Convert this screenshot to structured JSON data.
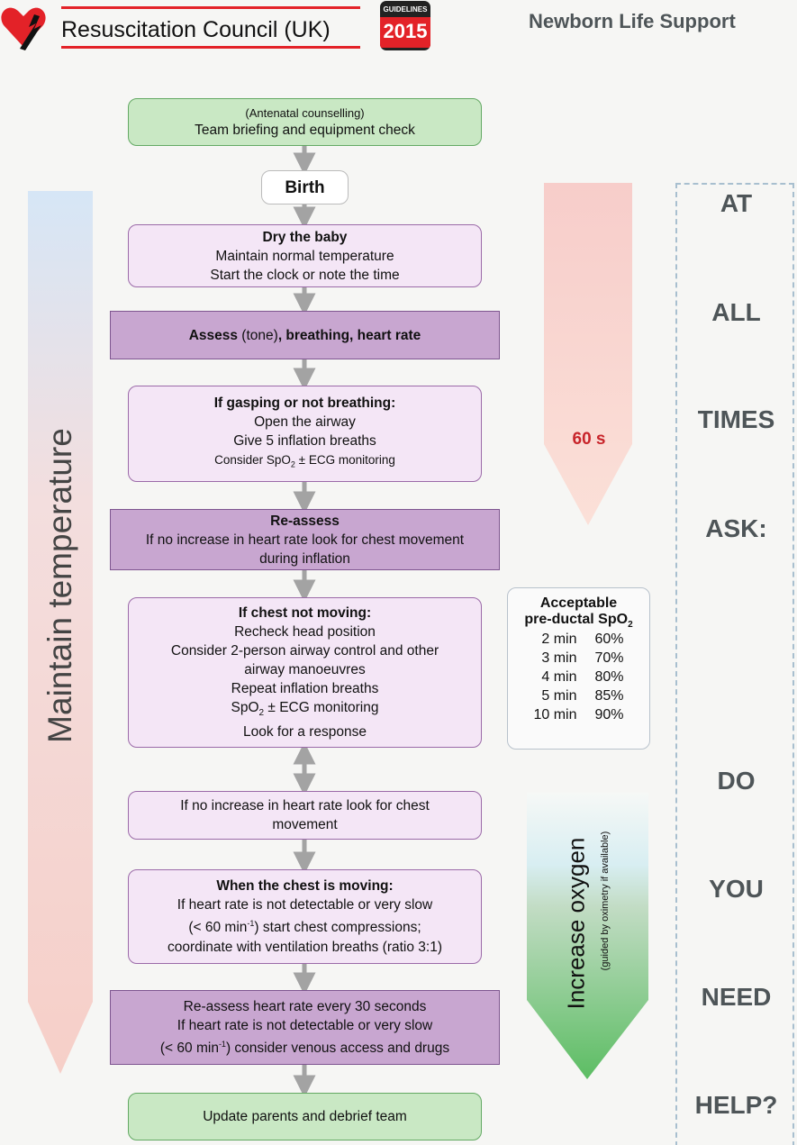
{
  "header": {
    "org": "Resuscitation Council (UK)",
    "badge_top": "GUIDELINES",
    "badge_year": "2015",
    "title": "Newborn Life Support"
  },
  "flow": {
    "briefing": {
      "line1": "(Antenatal counselling)",
      "line2": "Team briefing and equipment check"
    },
    "birth": "Birth",
    "dry": {
      "title": "Dry the baby",
      "line1": "Maintain normal temperature",
      "line2": "Start the clock or note the time"
    },
    "assess": {
      "a": "Assess",
      "b": " (tone)",
      "c": ", breathing, heart rate"
    },
    "gasping": {
      "title": "If gasping or not breathing:",
      "line1": "Open the airway",
      "line2": "Give 5 inflation breaths",
      "line3": "Consider SpO",
      "line3_sub": "2",
      "line3_end": " ± ECG monitoring"
    },
    "reassess": {
      "title": "Re-assess",
      "line1": "If no increase in heart rate look for chest movement",
      "line2": "during inflation"
    },
    "chest_not_moving": {
      "title": "If chest not moving:",
      "lines": [
        "Recheck head position",
        "Consider 2-person airway control and other",
        "airway manoeuvres",
        "Repeat inflation breaths"
      ],
      "spo": "SpO",
      "spo_sub": "2",
      "spo_end": " ± ECG monitoring",
      "last": "Look for a response"
    },
    "no_increase": {
      "line1": "If no increase in heart rate look for chest",
      "line2": "movement"
    },
    "chest_moving": {
      "title": "When the chest is moving:",
      "line1": "If heart rate is not detectable or very slow",
      "line2a": "(< 60 min",
      "line2sup": "-1",
      "line2b": ") start chest compressions;",
      "line3": "coordinate with ventilation breaths (ratio 3:1)"
    },
    "reassess_hr": {
      "line1": "Re-assess heart rate every 30 seconds",
      "line2": "If heart rate is not detectable or very slow",
      "line3a": "(< 60 min",
      "line3sup": "-1",
      "line3b": ") consider venous access and drugs"
    },
    "update": "Update parents and debrief team"
  },
  "side": {
    "temperature": "Maintain temperature",
    "timer": "60 s",
    "spo2": {
      "title1": "Acceptable",
      "title2": "pre-ductal SpO",
      "title2_sub": "2",
      "rows": [
        [
          "2 min",
          "60%"
        ],
        [
          "3 min",
          "70%"
        ],
        [
          "4 min",
          "80%"
        ],
        [
          "5 min",
          "85%"
        ],
        [
          "10 min",
          "90%"
        ]
      ]
    },
    "oxygen": "Increase oxygen",
    "oxygen_note": "(guided by oximetry if available)"
  },
  "ask": [
    "AT",
    "ALL",
    "TIMES",
    "ASK:",
    "DO",
    "YOU",
    "NEED",
    "HELP?"
  ],
  "colors": {
    "brand_red": "#e32228",
    "green": "#c9e8c4",
    "purple": "#c8a6d0",
    "ask_text": "#4e5558"
  }
}
